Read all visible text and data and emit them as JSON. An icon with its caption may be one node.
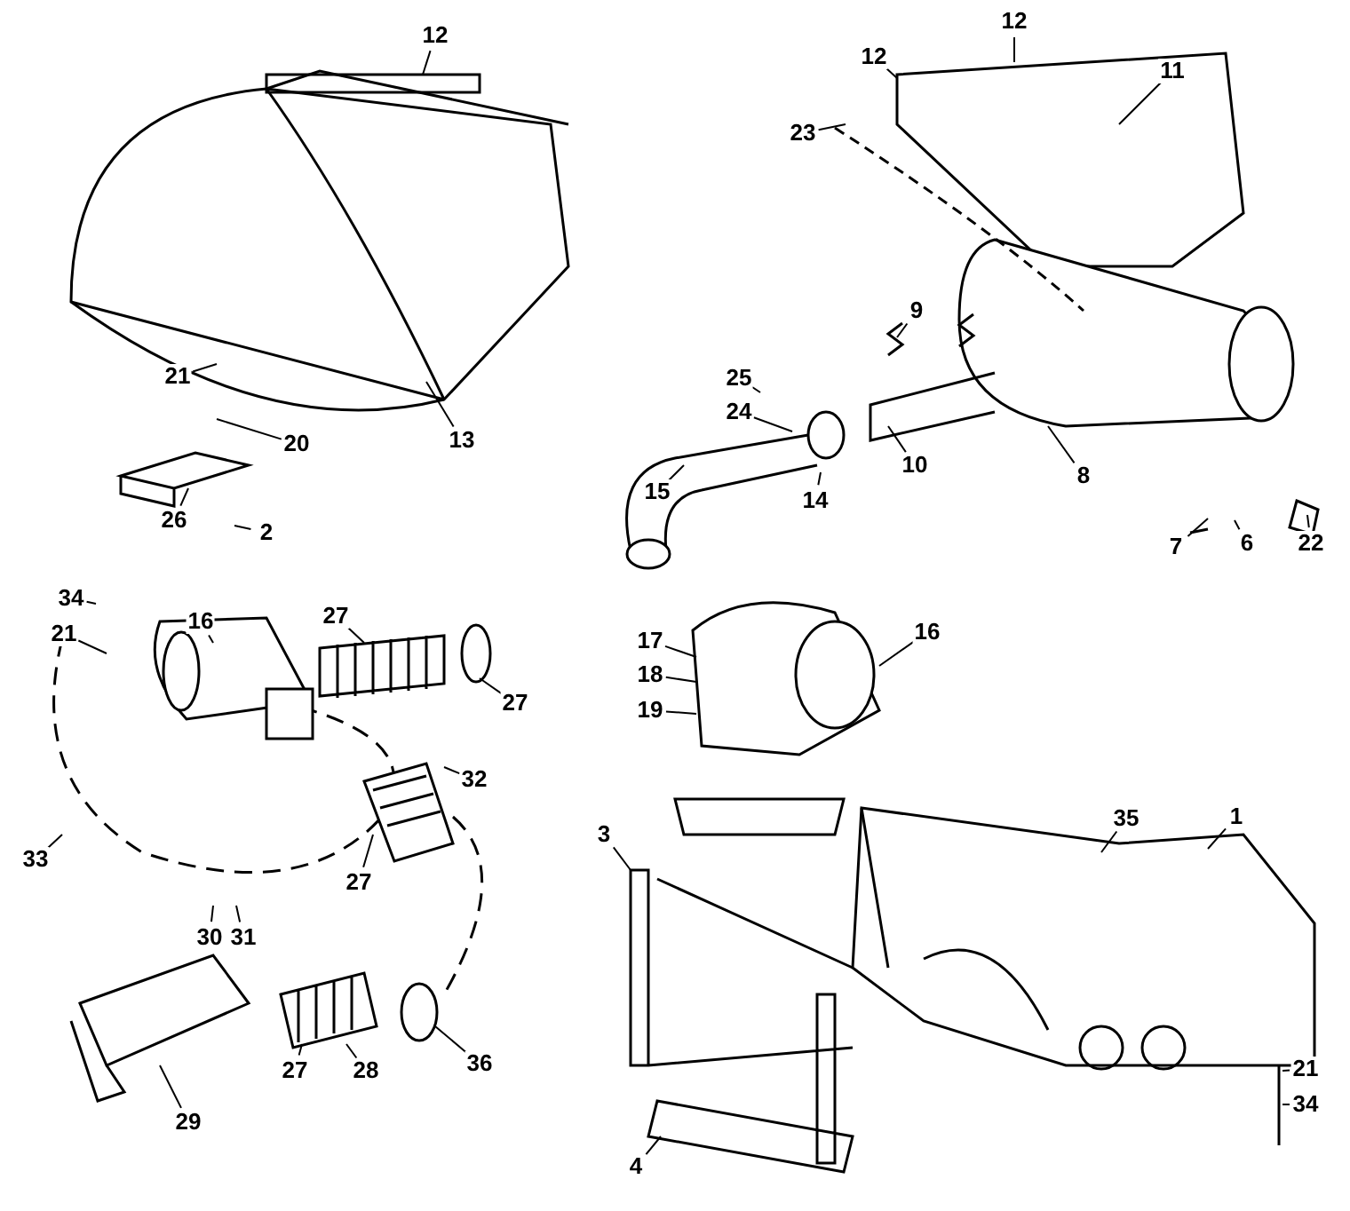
{
  "diagram": {
    "nodes": [
      {
        "text": [
          "12"
        ]
      },
      {
        "text": [
          "21"
        ]
      },
      {
        "text": [
          "20"
        ]
      },
      {
        "text": [
          "13"
        ]
      },
      {
        "text": [
          "26"
        ]
      },
      {
        "text": [
          "2"
        ]
      },
      {
        "text": [
          "12"
        ]
      },
      {
        "text": [
          "12"
        ]
      },
      {
        "text": [
          "11"
        ]
      },
      {
        "text": [
          "23"
        ]
      },
      {
        "text": [
          "9"
        ]
      },
      {
        "text": [
          "25"
        ]
      },
      {
        "text": [
          "24"
        ]
      },
      {
        "text": [
          "15"
        ]
      },
      {
        "text": [
          "14"
        ]
      },
      {
        "text": [
          "10"
        ]
      },
      {
        "text": [
          "8"
        ]
      },
      {
        "text": [
          "7"
        ]
      },
      {
        "text": [
          "6"
        ]
      },
      {
        "text": [
          "22"
        ]
      },
      {
        "text": [
          "34"
        ]
      },
      {
        "text": [
          "21"
        ]
      },
      {
        "text": [
          "16"
        ]
      },
      {
        "text": [
          "27"
        ]
      },
      {
        "text": [
          "27"
        ]
      },
      {
        "text": [
          "32"
        ]
      },
      {
        "text": [
          "33"
        ]
      },
      {
        "text": [
          "27"
        ]
      },
      {
        "text": [
          "30"
        ]
      },
      {
        "text": [
          "31"
        ]
      },
      {
        "text": [
          "36"
        ]
      },
      {
        "text": [
          "27"
        ]
      },
      {
        "text": [
          "28"
        ]
      },
      {
        "text": [
          "29"
        ]
      },
      {
        "text": [
          "17"
        ]
      },
      {
        "text": [
          "18"
        ]
      },
      {
        "text": [
          "19"
        ]
      },
      {
        "text": [
          "16"
        ]
      },
      {
        "text": [
          "35"
        ]
      },
      {
        "text": [
          "1"
        ]
      },
      {
        "text": [
          "3"
        ]
      },
      {
        "text": [
          "4"
        ]
      },
      {
        "text": [
          "21"
        ]
      },
      {
        "text": [
          "34"
        ]
      }
    ],
    "edges": [
      {
        "from": 0,
        "to": null,
        "arrow": "none"
      },
      {
        "from": 1,
        "to": null,
        "arrow": "none"
      },
      {
        "from": 2,
        "to": null,
        "arrow": "none"
      },
      {
        "from": 3,
        "to": null,
        "arrow": "none"
      },
      {
        "from": 4,
        "to": null,
        "arrow": "none"
      },
      {
        "from": 5,
        "to": null,
        "arrow": "none"
      },
      {
        "from": 6,
        "to": null,
        "arrow": "none"
      },
      {
        "from": 7,
        "to": null,
        "arrow": "none"
      },
      {
        "from": 8,
        "to": null,
        "arrow": "none"
      },
      {
        "from": 9,
        "to": null,
        "arrow": "none"
      },
      {
        "from": 10,
        "to": null,
        "arrow": "none"
      },
      {
        "from": 11,
        "to": null,
        "arrow": "none"
      },
      {
        "from": 12,
        "to": null,
        "arrow": "none"
      },
      {
        "from": 13,
        "to": null,
        "arrow": "none"
      },
      {
        "from": 14,
        "to": null,
        "arrow": "none"
      },
      {
        "from": 15,
        "to": null,
        "arrow": "none"
      },
      {
        "from": 16,
        "to": null,
        "arrow": "none"
      },
      {
        "from": 17,
        "to": null,
        "arrow": "none"
      },
      {
        "from": 18,
        "to": null,
        "arrow": "none"
      },
      {
        "from": 19,
        "to": null,
        "arrow": "none"
      },
      {
        "from": 20,
        "to": null,
        "arrow": "none"
      },
      {
        "from": 21,
        "to": null,
        "arrow": "none"
      },
      {
        "from": 22,
        "to": null,
        "arrow": "none"
      },
      {
        "from": 23,
        "to": null,
        "arrow": "none"
      },
      {
        "from": 24,
        "to": null,
        "arrow": "none"
      },
      {
        "from": 25,
        "to": null,
        "arrow": "none"
      },
      {
        "from": 26,
        "to": null,
        "arrow": "none"
      },
      {
        "from": 27,
        "to": null,
        "arrow": "none"
      },
      {
        "from": 28,
        "to": null,
        "arrow": "none"
      },
      {
        "from": 29,
        "to": null,
        "arrow": "none"
      },
      {
        "from": 30,
        "to": null,
        "arrow": "none"
      },
      {
        "from": 31,
        "to": null,
        "arrow": "none"
      },
      {
        "from": 32,
        "to": null,
        "arrow": "none"
      },
      {
        "from": 33,
        "to": null,
        "arrow": "none"
      },
      {
        "from": 34,
        "to": null,
        "arrow": "none"
      },
      {
        "from": 35,
        "to": null,
        "arrow": "none"
      },
      {
        "from": 36,
        "to": null,
        "arrow": "none"
      },
      {
        "from": 37,
        "to": null,
        "arrow": "none"
      },
      {
        "from": 38,
        "to": null,
        "arrow": "none"
      },
      {
        "from": 39,
        "to": null,
        "arrow": "none"
      },
      {
        "from": 40,
        "to": null,
        "arrow": "none"
      },
      {
        "from": 41,
        "to": null,
        "arrow": "none"
      },
      {
        "from": 42,
        "to": null,
        "arrow": "none"
      },
      {
        "from": 43,
        "to": null,
        "arrow": "none"
      }
    ]
  }
}
